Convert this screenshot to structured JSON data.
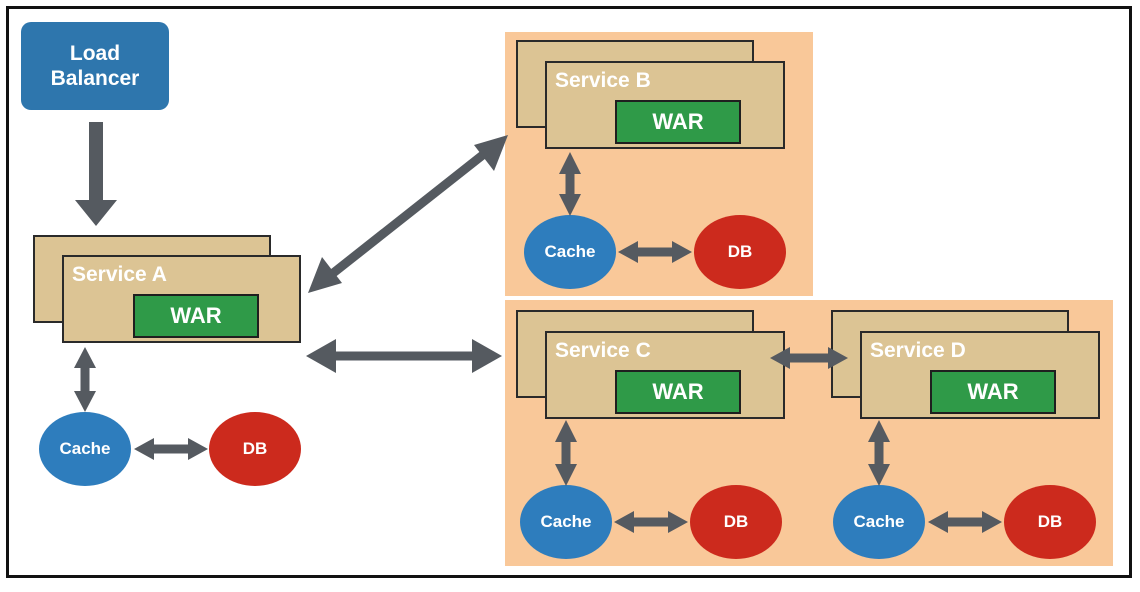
{
  "load_balancer": {
    "label": "Load\nBalancer"
  },
  "services": {
    "a": {
      "name": "Service A",
      "artifact": "WAR",
      "cache": "Cache",
      "db": "DB"
    },
    "b": {
      "name": "Service B",
      "artifact": "WAR",
      "cache": "Cache",
      "db": "DB"
    },
    "c": {
      "name": "Service C",
      "artifact": "WAR",
      "cache": "Cache",
      "db": "DB"
    },
    "d": {
      "name": "Service D",
      "artifact": "WAR",
      "cache": "Cache",
      "db": "DB"
    }
  },
  "colors": {
    "zone": "#f9c899",
    "service_box": "#dcc494",
    "war": "#2f9a48",
    "cache": "#2e7dbd",
    "db": "#cc2a1d",
    "load_balancer": "#2e76ad",
    "arrow": "#555a60"
  }
}
